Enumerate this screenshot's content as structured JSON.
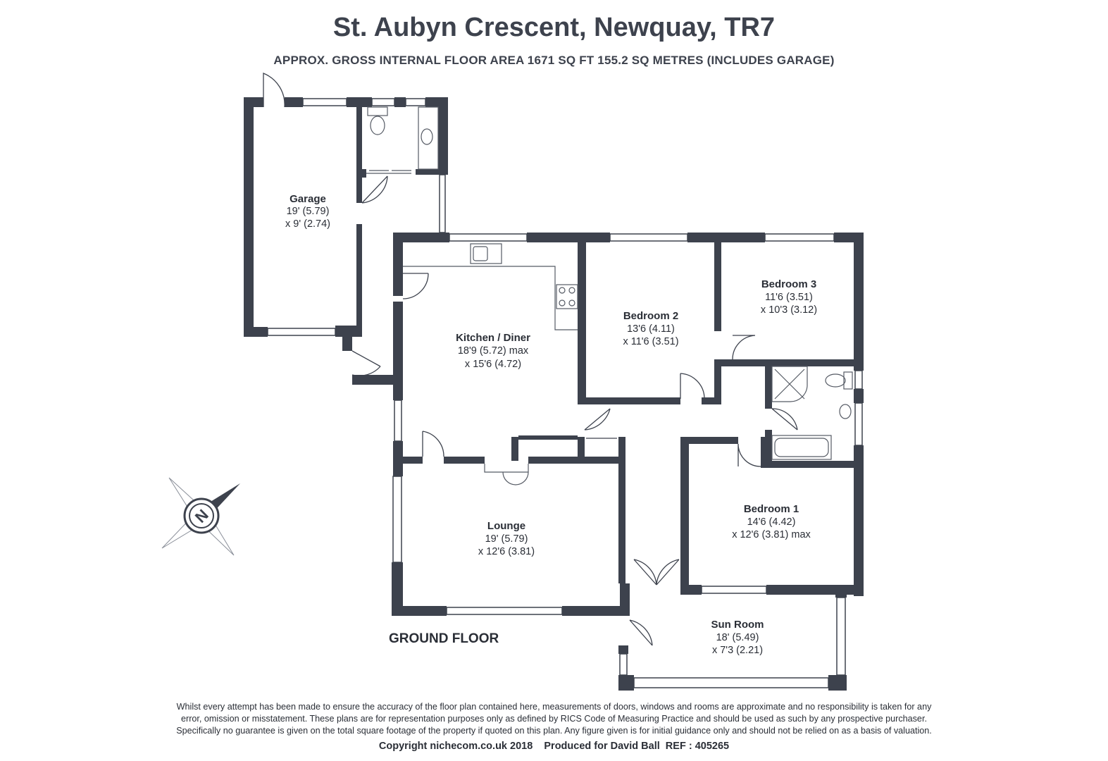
{
  "header": {
    "title": "St. Aubyn Crescent, Newquay, TR7",
    "subtitle": "APPROX. GROSS INTERNAL FLOOR AREA 1671 SQ FT 155.2 SQ METRES (INCLUDES GARAGE)"
  },
  "colors": {
    "wall": "#3d424d",
    "window": "#ffffff",
    "fixture_line": "#555a64"
  },
  "rooms": {
    "garage": {
      "name": "Garage",
      "dim1": "19' (5.79)",
      "dim2": "x 9' (2.74)"
    },
    "kitchen": {
      "name": "Kitchen / Diner",
      "dim1": "18'9 (5.72) max",
      "dim2": "x 15'6 (4.72)"
    },
    "bedroom2": {
      "name": "Bedroom 2",
      "dim1": "13'6 (4.11)",
      "dim2": "x 11'6 (3.51)"
    },
    "bedroom3": {
      "name": "Bedroom 3",
      "dim1": "11'6 (3.51)",
      "dim2": "x 10'3 (3.12)"
    },
    "bedroom1": {
      "name": "Bedroom 1",
      "dim1": "14'6 (4.42)",
      "dim2": "x 12'6 (3.81) max"
    },
    "lounge": {
      "name": "Lounge",
      "dim1": "19' (5.79)",
      "dim2": "x 12'6 (3.81)"
    },
    "sunroom": {
      "name": "Sun Room",
      "dim1": "18' (5.49)",
      "dim2": "x 7'3 (2.21)"
    }
  },
  "floor_label": "GROUND FLOOR",
  "compass": {
    "label": "N",
    "icon": "compass-icon"
  },
  "footer": {
    "disclaimer_line1": "Whilst every attempt has been made to ensure the accuracy of the floor plan contained here, measurements of doors, windows and rooms are approximate and no responsibility is taken for any",
    "disclaimer_line2": "error, omission or misstatement. These plans are for representation purposes only as defined by RICS Code of Measuring Practice and should be used as such by any prospective purchaser.",
    "disclaimer_line3": "Specifically no guarantee is given on the total square footage of the property if quoted on this plan. Any figure given is for initial guidance only and should not be relied on as a basis of valuation.",
    "copyright": "Copyright nichecom.co.uk 2018    Produced for David Ball  REF : 405265"
  }
}
